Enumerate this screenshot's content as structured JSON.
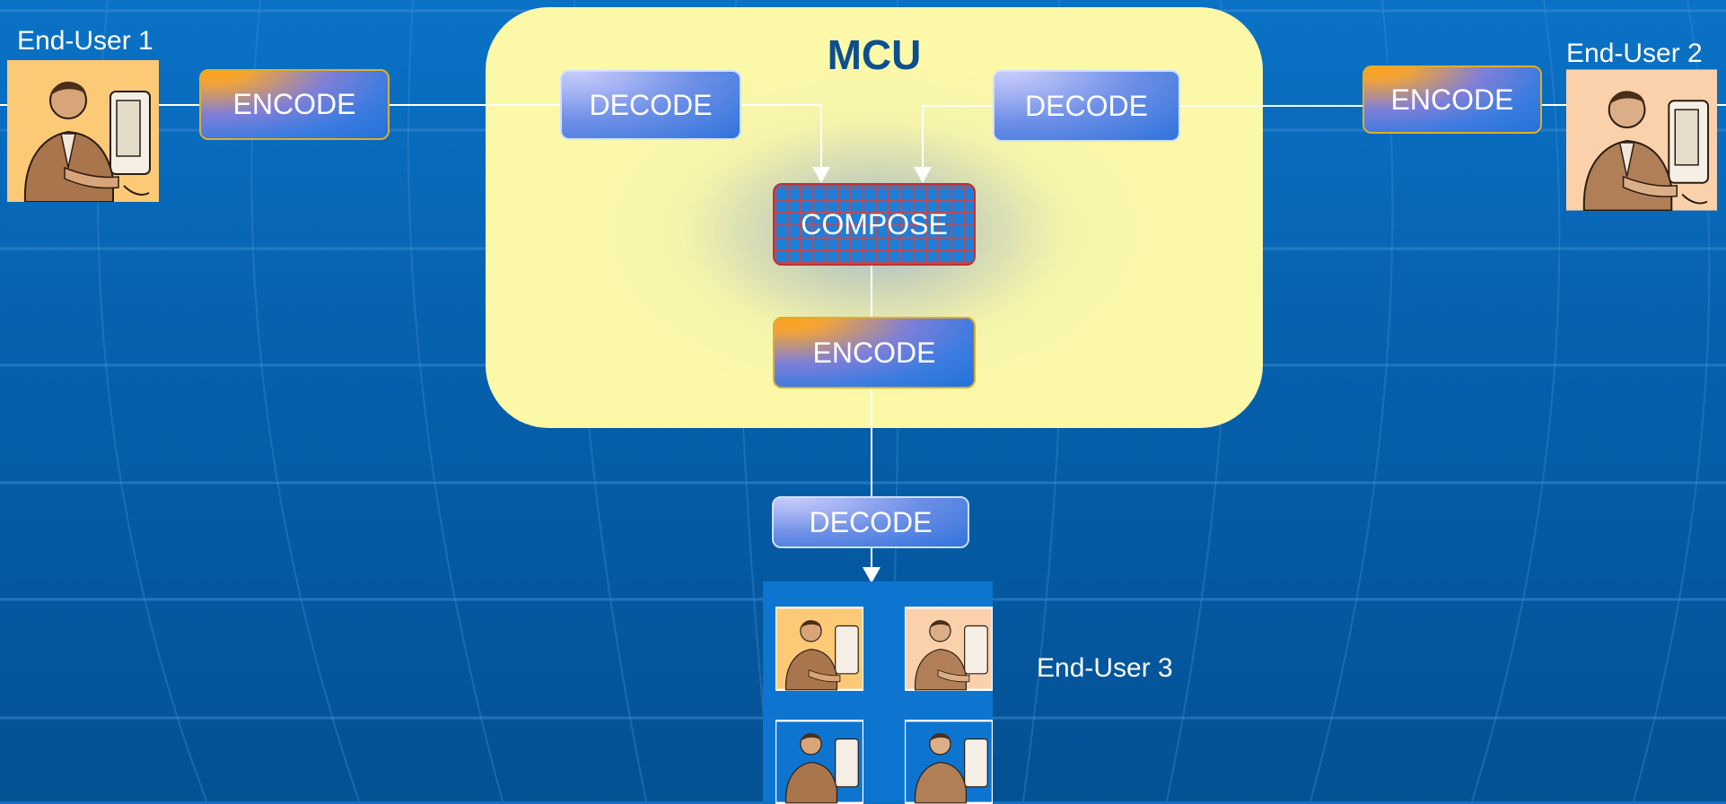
{
  "mcu": {
    "title": "MCU"
  },
  "users": {
    "user1": "End-User 1",
    "user2": "End-User 2",
    "user3": "End-User 3"
  },
  "nodes": {
    "encode_user1": "ENCODE",
    "encode_user2": "ENCODE",
    "decode_left": "DECODE",
    "decode_right": "DECODE",
    "compose": "COMPOSE",
    "encode_mcu": "ENCODE",
    "decode_user3": "DECODE"
  },
  "icons": {
    "user_avatar": "person-at-computer-icon"
  },
  "colors": {
    "background": "#0660ad",
    "mcu_box": "#fbf8a8",
    "mcu_title": "#0b4f8e",
    "encode_accent": "#ffa21c",
    "decode_fill": "#6d8fe6",
    "compose_border": "#c03030"
  }
}
